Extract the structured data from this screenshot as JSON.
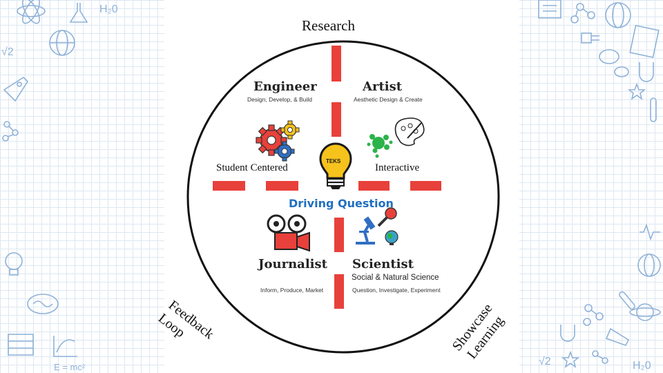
{
  "research": "Research",
  "feedback_loop": [
    "Feedback",
    "Loop"
  ],
  "showcase_learning": [
    "Showcase",
    "Learning"
  ],
  "engineer": {
    "title": "Engineer",
    "subtitle": "Design, Develop, & Build"
  },
  "artist": {
    "title": "Artist",
    "subtitle": "Aesthetic Design & Create"
  },
  "student_centered": "Student Centered",
  "interactive": "Interactive",
  "bulb_text": "TEKS",
  "driving_question": "Driving Question",
  "journalist": {
    "title": "Journalist",
    "subtitle": "Inform, Produce, Market"
  },
  "scientist": {
    "title": "Scientist",
    "line1": "Social & Natural Science",
    "subtitle": "Question, Investigate, Experiment"
  },
  "doodles": {
    "h2o": "H₂0",
    "sqrt2": "√2",
    "emc2": "E = mc²"
  },
  "colors": {
    "accent_red": "#e8413b",
    "driving_blue": "#1f6fbf",
    "bulb_yellow": "#f6c21c",
    "doodle_blue": "#8fb2d8"
  },
  "icons": [
    "gears-icon",
    "paint-splat-icon",
    "palette-icon",
    "lightbulb-icon",
    "film-camera-icon",
    "microscope-icon",
    "magnifier-icon",
    "globe-icon"
  ]
}
